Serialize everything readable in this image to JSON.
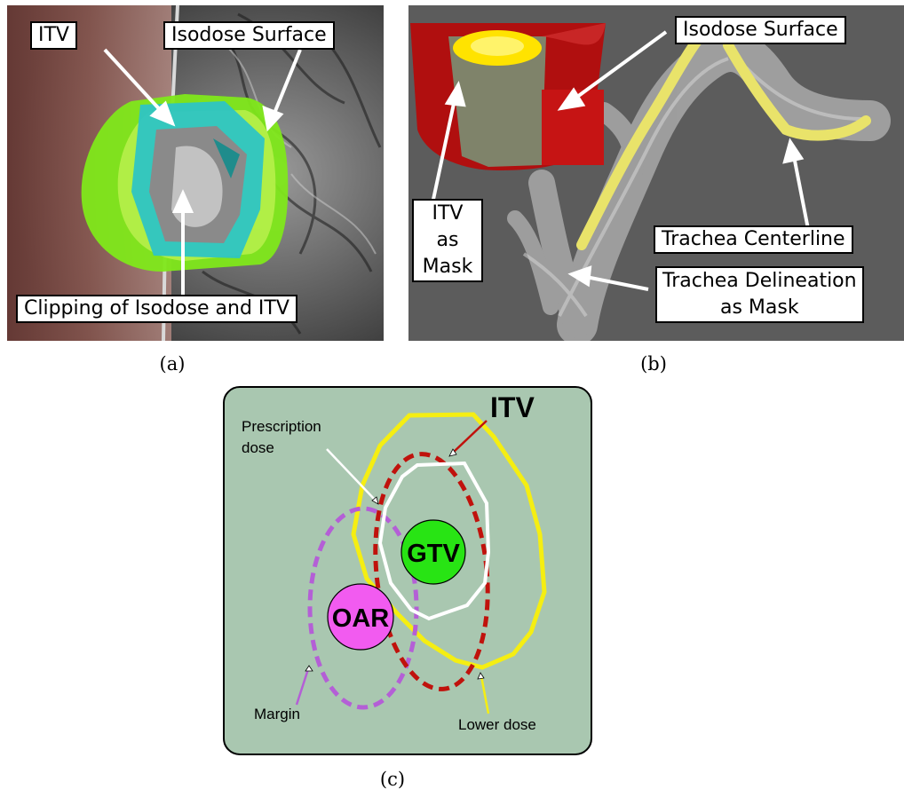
{
  "panel_a": {
    "callouts": {
      "itv": "ITV",
      "isodose": "Isodose Surface",
      "clipping": "Clipping of Isodose and ITV"
    },
    "sublabel": "(a)"
  },
  "panel_b": {
    "callouts": {
      "isodose": "Isodose Surface",
      "itv_mask": "ITV\nas\nMask",
      "centerline": "Trachea Centerline",
      "delineation": "Trachea Delineation\nas Mask"
    },
    "sublabel": "(b)"
  },
  "panel_c": {
    "labels": {
      "itv": "ITV",
      "prescription": "Prescription\ndose",
      "gtv": "GTV",
      "oar": "OAR",
      "margin": "Margin",
      "lower": "Lower dose"
    },
    "sublabel": "(c)",
    "colors": {
      "background": "#a9c7b0",
      "itv": "#c0120c",
      "prescription": "#ffffff",
      "lower_dose": "#f5ee12",
      "margin": "#b45fd6",
      "gtv": "#28e414",
      "oar": "#f25bf0"
    }
  }
}
